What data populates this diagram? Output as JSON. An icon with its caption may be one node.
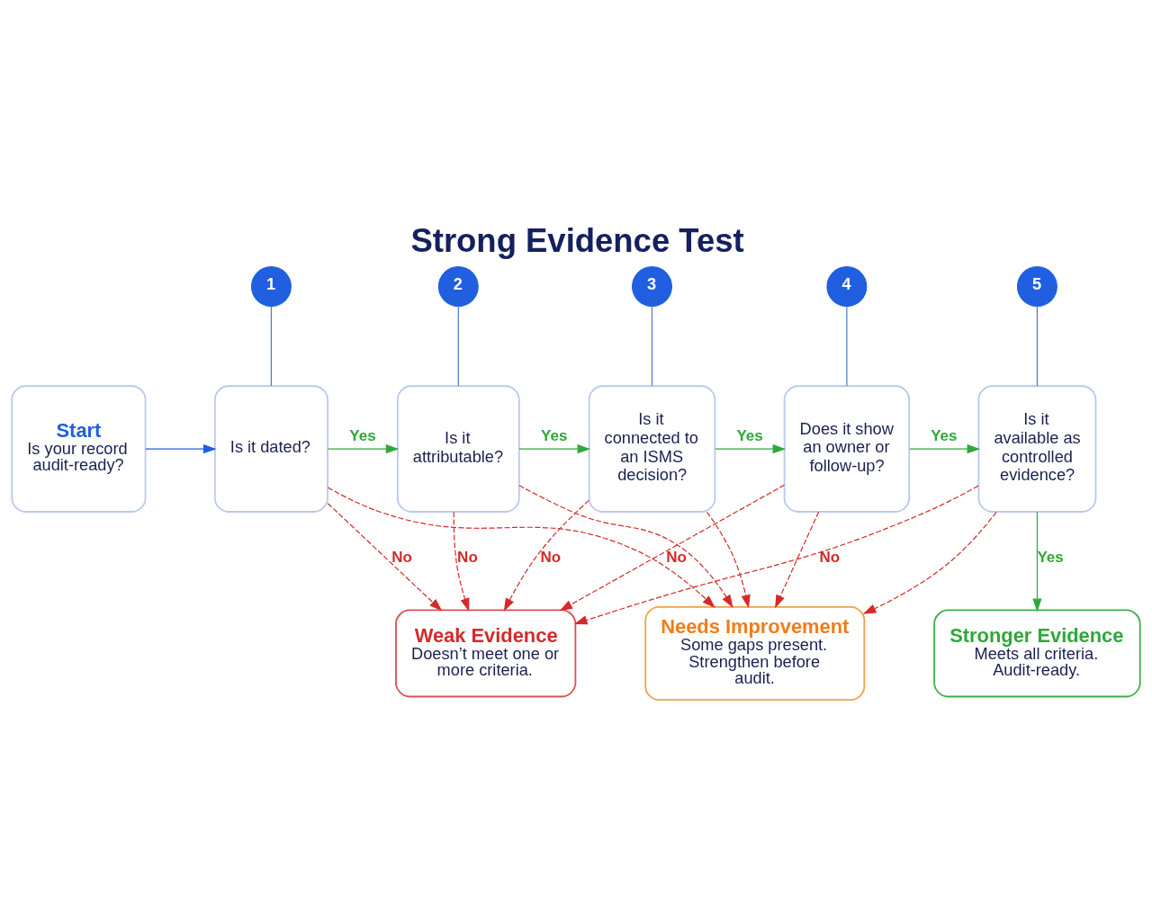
{
  "diagram": {
    "title": "Strong Evidence Test",
    "nodes": [
      {
        "text": [
          "1"
        ]
      },
      {
        "text": [
          "2"
        ]
      },
      {
        "text": [
          "3"
        ]
      },
      {
        "text": [
          "4"
        ]
      },
      {
        "text": [
          "5"
        ]
      },
      {
        "text": [
          "Start",
          "Is your record audit-ready?"
        ]
      },
      {
        "text": [
          "Is it dated?"
        ]
      },
      {
        "text": [
          "Is it attributable?"
        ]
      },
      {
        "text": [
          "Is it connected to an ISMS decision?"
        ]
      },
      {
        "text": [
          "Does it show an owner or follow-up?"
        ]
      },
      {
        "text": [
          "Is it available as controlled evidence?"
        ]
      },
      {
        "text": [
          "Weak Evidence",
          "Doesn’t meet one or more criteria."
        ]
      },
      {
        "text": [
          "Needs Improvement",
          "Some gaps present. Strengthen before audit."
        ]
      },
      {
        "text": [
          "Stronger Evidence",
          "Meets all criteria. Audit-ready."
        ]
      }
    ],
    "edges": [
      {
        "from": 0,
        "to": 6,
        "arrow": "none",
        "color": "#4a78d8"
      },
      {
        "from": 1,
        "to": 7,
        "arrow": "none",
        "color": "#4a78d8"
      },
      {
        "from": 2,
        "to": 8,
        "arrow": "none",
        "color": "#4a78d8"
      },
      {
        "from": 3,
        "to": 9,
        "arrow": "none",
        "color": "#4a78d8"
      },
      {
        "from": 4,
        "to": 10,
        "arrow": "none",
        "color": "#4a78d8"
      },
      {
        "from": 5,
        "to": 6,
        "arrow": "to",
        "color": "#1f5fe0"
      },
      {
        "from": 6,
        "to": 7,
        "arrow": "to",
        "label": "Yes",
        "color": "#2ea83a"
      },
      {
        "from": 7,
        "to": 8,
        "arrow": "to",
        "label": "Yes",
        "color": "#2ea83a"
      },
      {
        "from": 8,
        "to": 9,
        "arrow": "to",
        "label": "Yes",
        "color": "#2ea83a"
      },
      {
        "from": 9,
        "to": 10,
        "arrow": "to",
        "label": "Yes",
        "color": "#2ea83a"
      },
      {
        "from": 10,
        "to": 13,
        "arrow": "to",
        "label": "Yes",
        "color": "#2ea83a"
      },
      {
        "from": 6,
        "to": 11,
        "arrow": "to",
        "label": "No",
        "style": "dashed",
        "color": "#d42a2a"
      },
      {
        "from": 7,
        "to": 11,
        "arrow": "to",
        "label": "No",
        "style": "dashed",
        "color": "#d42a2a"
      },
      {
        "from": 8,
        "to": 11,
        "arrow": "to",
        "label": "No",
        "style": "dashed",
        "color": "#d42a2a"
      },
      {
        "from": 9,
        "to": 11,
        "arrow": "to",
        "label": "No",
        "style": "dashed",
        "color": "#d42a2a"
      },
      {
        "from": 10,
        "to": 11,
        "arrow": "to",
        "label": "No",
        "style": "dashed",
        "color": "#d42a2a"
      },
      {
        "from": 6,
        "to": 12,
        "arrow": "to",
        "style": "dashed",
        "color": "#d42a2a"
      },
      {
        "from": 7,
        "to": 12,
        "arrow": "to",
        "style": "dashed",
        "color": "#d42a2a"
      },
      {
        "from": 8,
        "to": 12,
        "arrow": "to",
        "style": "dashed",
        "color": "#d42a2a"
      },
      {
        "from": 9,
        "to": 12,
        "arrow": "to",
        "style": "dashed",
        "color": "#d42a2a"
      },
      {
        "from": 10,
        "to": 12,
        "arrow": "to",
        "style": "dashed",
        "color": "#d42a2a"
      }
    ]
  }
}
